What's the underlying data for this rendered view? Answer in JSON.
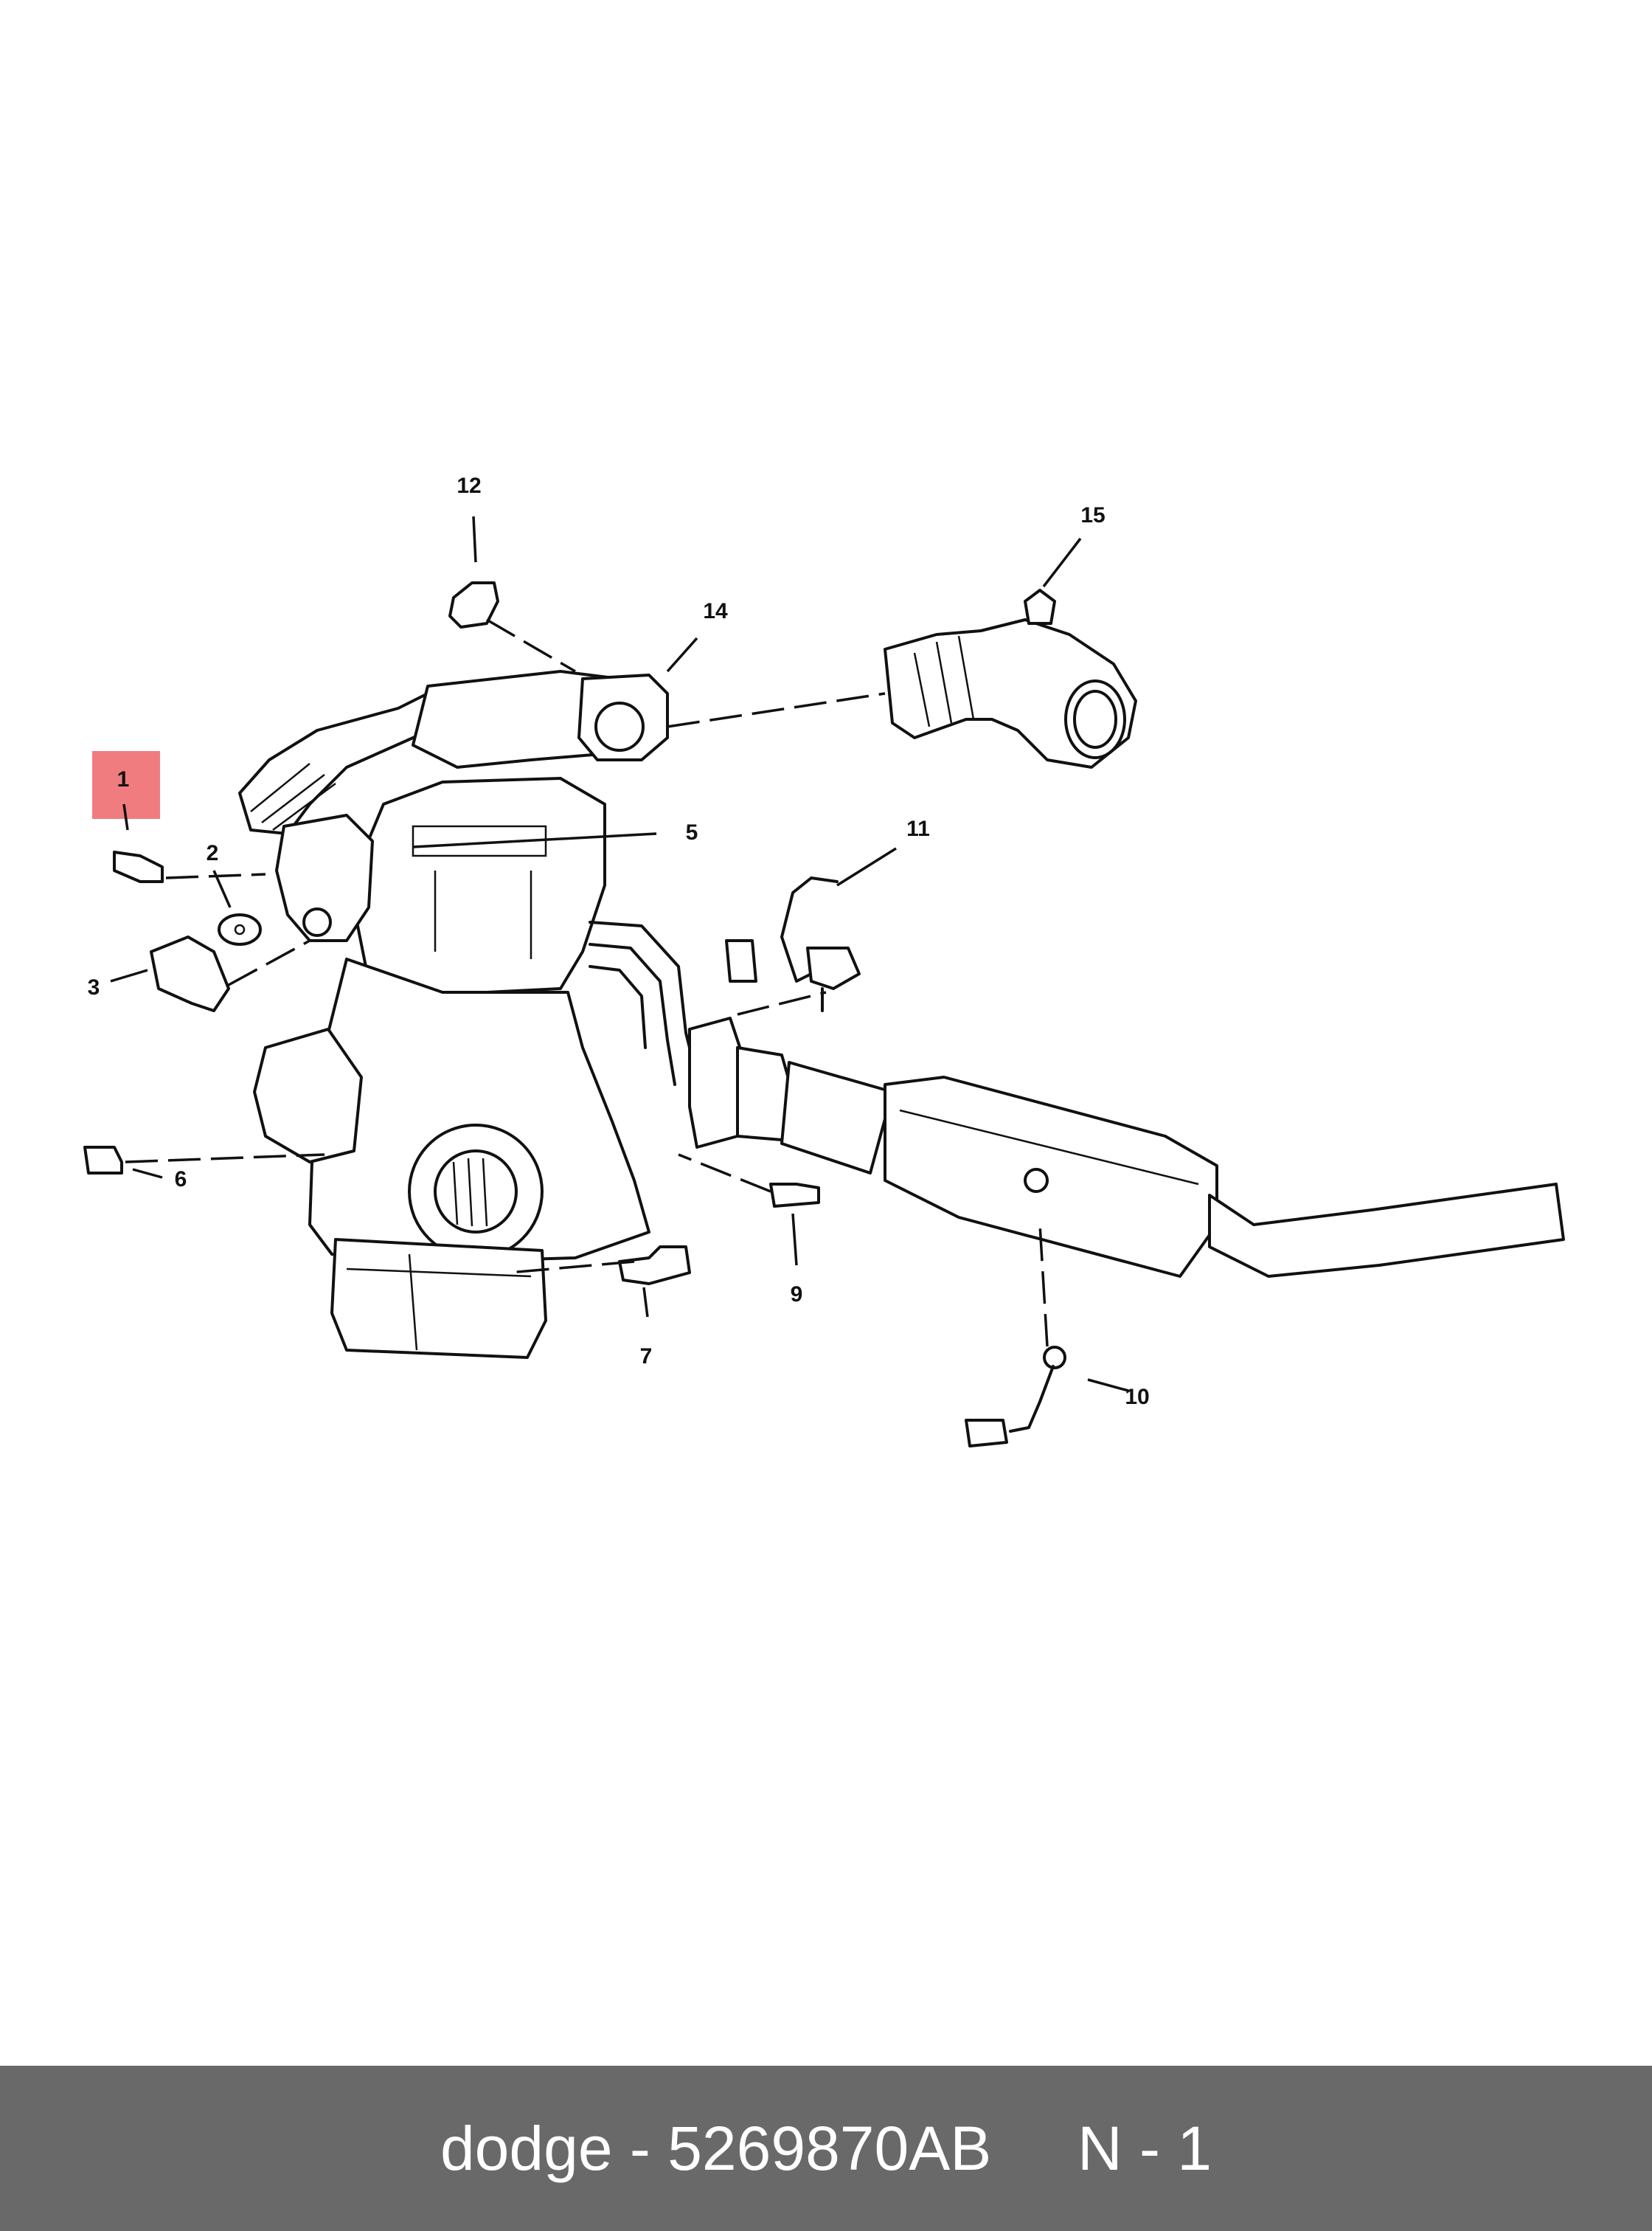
{
  "footer": {
    "brand": "dodge",
    "separator": " - ",
    "part_number": "5269870AB",
    "position_code": "N - 1"
  },
  "highlighted_callout": "1",
  "highlight_color": "#f07c80",
  "footer_color": "#696969",
  "callouts": {
    "c1": "1",
    "c2": "2",
    "c3": "3",
    "c5": "5",
    "c6": "6",
    "c7": "7",
    "c9": "9",
    "c10": "10",
    "c11": "11",
    "c12": "12",
    "c14": "14",
    "c15": "15"
  }
}
